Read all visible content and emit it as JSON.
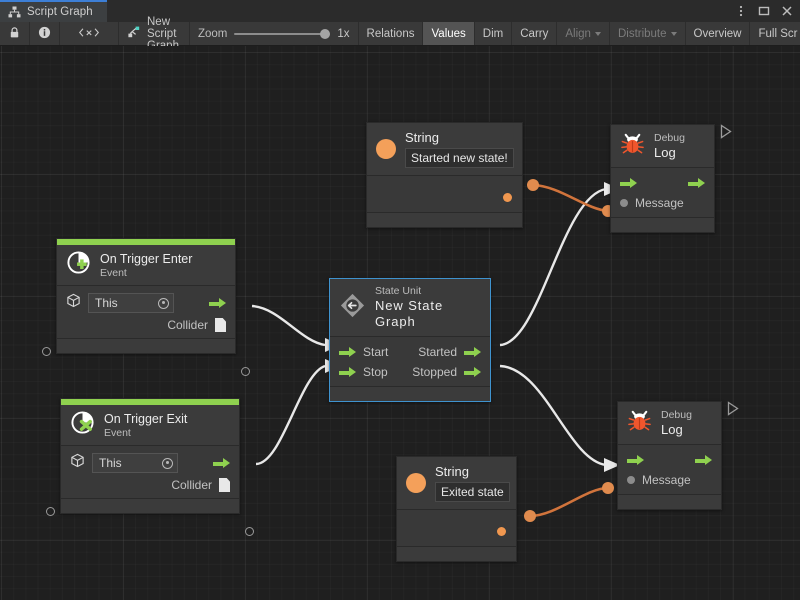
{
  "window": {
    "tab_label": "Script Graph",
    "tab_icon": "graph-hierarchy-icon",
    "controls": [
      {
        "name": "more-options-icon",
        "glyph": "vertical-dots"
      },
      {
        "name": "maximize-icon",
        "glyph": "square"
      },
      {
        "name": "close-icon",
        "glyph": "x"
      }
    ]
  },
  "toolbar": {
    "lock_icon": "lock-icon",
    "info_icon": "info-icon",
    "variables_icon": "code-brackets-icon",
    "graph_icon": "script-graph-icon",
    "graph_name": "New Script Graph",
    "zoom_label": "Zoom",
    "zoom_value": "1x",
    "buttons": [
      {
        "label": "Relations",
        "state": "normal",
        "caret": false
      },
      {
        "label": "Values",
        "state": "active",
        "caret": false
      },
      {
        "label": "Dim",
        "state": "normal",
        "caret": false
      },
      {
        "label": "Carry",
        "state": "normal",
        "caret": false
      },
      {
        "label": "Align",
        "state": "dimmed",
        "caret": true
      },
      {
        "label": "Distribute",
        "state": "dimmed",
        "caret": true
      },
      {
        "label": "Overview",
        "state": "normal",
        "caret": false
      },
      {
        "label": "Full Scr",
        "state": "normal",
        "caret": false
      }
    ]
  },
  "graph": {
    "nodes": {
      "string_top": {
        "title": "String",
        "value": "Started new state!",
        "value_port": "output-orange-dot"
      },
      "debug_log_top": {
        "subtitle": "Debug",
        "title": "Log",
        "icon": "bug-icon",
        "input_flow": "enter",
        "output_flow": "exit",
        "message_label": "Message"
      },
      "on_trigger_enter": {
        "title": "On Trigger Enter",
        "subtitle": "Event",
        "icon": "event-plus-icon",
        "target_value": "This",
        "collider_label": "Collider"
      },
      "state_unit": {
        "subtitle": "State Unit",
        "title": "New  State  Graph",
        "icon": "state-unit-icon",
        "selected": true,
        "inputs": [
          "Start",
          "Stop"
        ],
        "outputs": [
          "Started",
          "Stopped"
        ]
      },
      "on_trigger_exit": {
        "title": "On Trigger Exit",
        "subtitle": "Event",
        "icon": "event-cross-icon",
        "target_value": "This",
        "collider_label": "Collider"
      },
      "string_bottom": {
        "title": "String",
        "value": "Exited state",
        "value_port": "output-orange-dot"
      },
      "debug_log_bottom": {
        "subtitle": "Debug",
        "title": "Log",
        "icon": "bug-icon",
        "input_flow": "enter",
        "output_flow": "exit",
        "message_label": "Message"
      }
    },
    "colors": {
      "flow_port": "#8fd14f",
      "value_port": "#f0974f",
      "event_accent": "#8fd14f",
      "selection": "#3f93cf",
      "flow_edge": "#e8e8e8",
      "value_edge": "#d1743c",
      "canvas_bg": "#1f1f1f",
      "node_bg": "#393939"
    }
  }
}
